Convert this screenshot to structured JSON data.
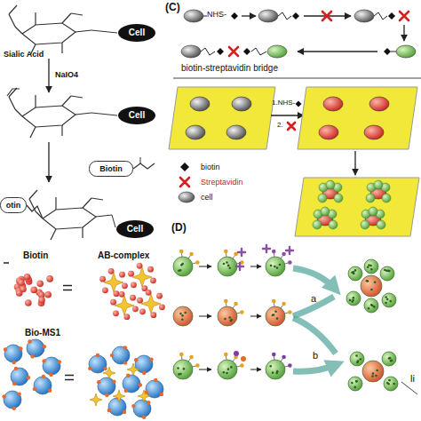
{
  "diagram": {
    "nodes": [
      {
        "text": [
          "Cell"
        ]
      },
      {
        "text": [
          "Cell"
        ]
      },
      {
        "text": [
          "Biotin"
        ]
      },
      {
        "text": [
          "otin"
        ]
      },
      {
        "text": [
          "Cell"
        ]
      }
    ],
    "labels": [
      "Sialic Acid",
      "NaIO4",
      "Biotin",
      "AB-complex",
      "Bio-MS1",
      "(C)",
      "NHS-",
      "biotin-streptavidin bridge",
      "1.NHS-",
      "2.",
      "(D)",
      "a",
      "b",
      "li"
    ],
    "legend": [
      {
        "text": "biotin"
      },
      {
        "text": "Streptavidin"
      },
      {
        "text": "cell"
      }
    ]
  }
}
